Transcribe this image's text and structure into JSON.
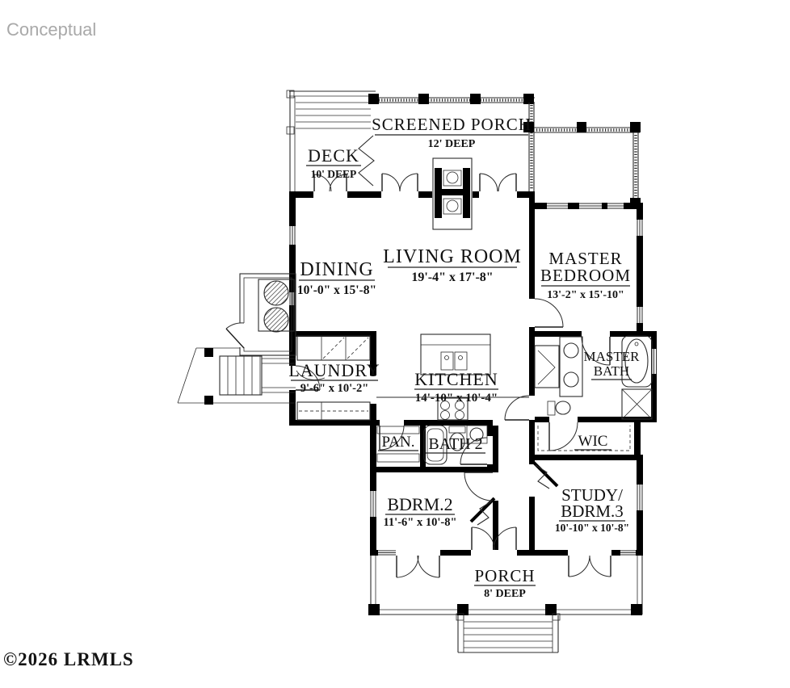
{
  "watermarks": {
    "top_left": "Conceptual",
    "bottom_left": "©2026 LRMLS"
  },
  "plan": {
    "screened_porch": {
      "name": "SCREENED PORCH",
      "depth": "12' DEEP"
    },
    "deck": {
      "name": "DECK",
      "depth": "10' DEEP"
    },
    "living_room": {
      "name": "LIVING ROOM",
      "dims": "19'-4\" x 17'-8\""
    },
    "dining": {
      "name": "DINING",
      "dims": "10'-0\" x 15'-8\""
    },
    "master_bedroom": {
      "name1": "MASTER",
      "name2": "BEDROOM",
      "dims": "13'-2\" x 15'-10\""
    },
    "master_bath": {
      "name1": "MASTER",
      "name2": "BATH"
    },
    "laundry": {
      "name": "LAUNDRY",
      "dims": "9'-6\" x 10'-2\""
    },
    "kitchen": {
      "name": "KITCHEN",
      "dims": "14'-10\" x 10'-4\""
    },
    "pantry": {
      "name": "PAN."
    },
    "bath2": {
      "name": "BATH 2"
    },
    "wic": {
      "name": "WIC"
    },
    "bedroom2": {
      "name": "BDRM.2",
      "dims": "11'-6\" x 10'-8\""
    },
    "study": {
      "name1": "STUDY/",
      "name2": "BDRM.3",
      "dims": "10'-10\" x 10'-8\""
    },
    "porch": {
      "name": "PORCH",
      "depth": "8' DEEP"
    }
  },
  "colors": {
    "background": "#ffffff",
    "walls": "#000000",
    "thin_lines": "#2b2b2b",
    "label_text": "#111111",
    "watermark_top": "#a9a9a9",
    "watermark_bottom": "#141414"
  }
}
